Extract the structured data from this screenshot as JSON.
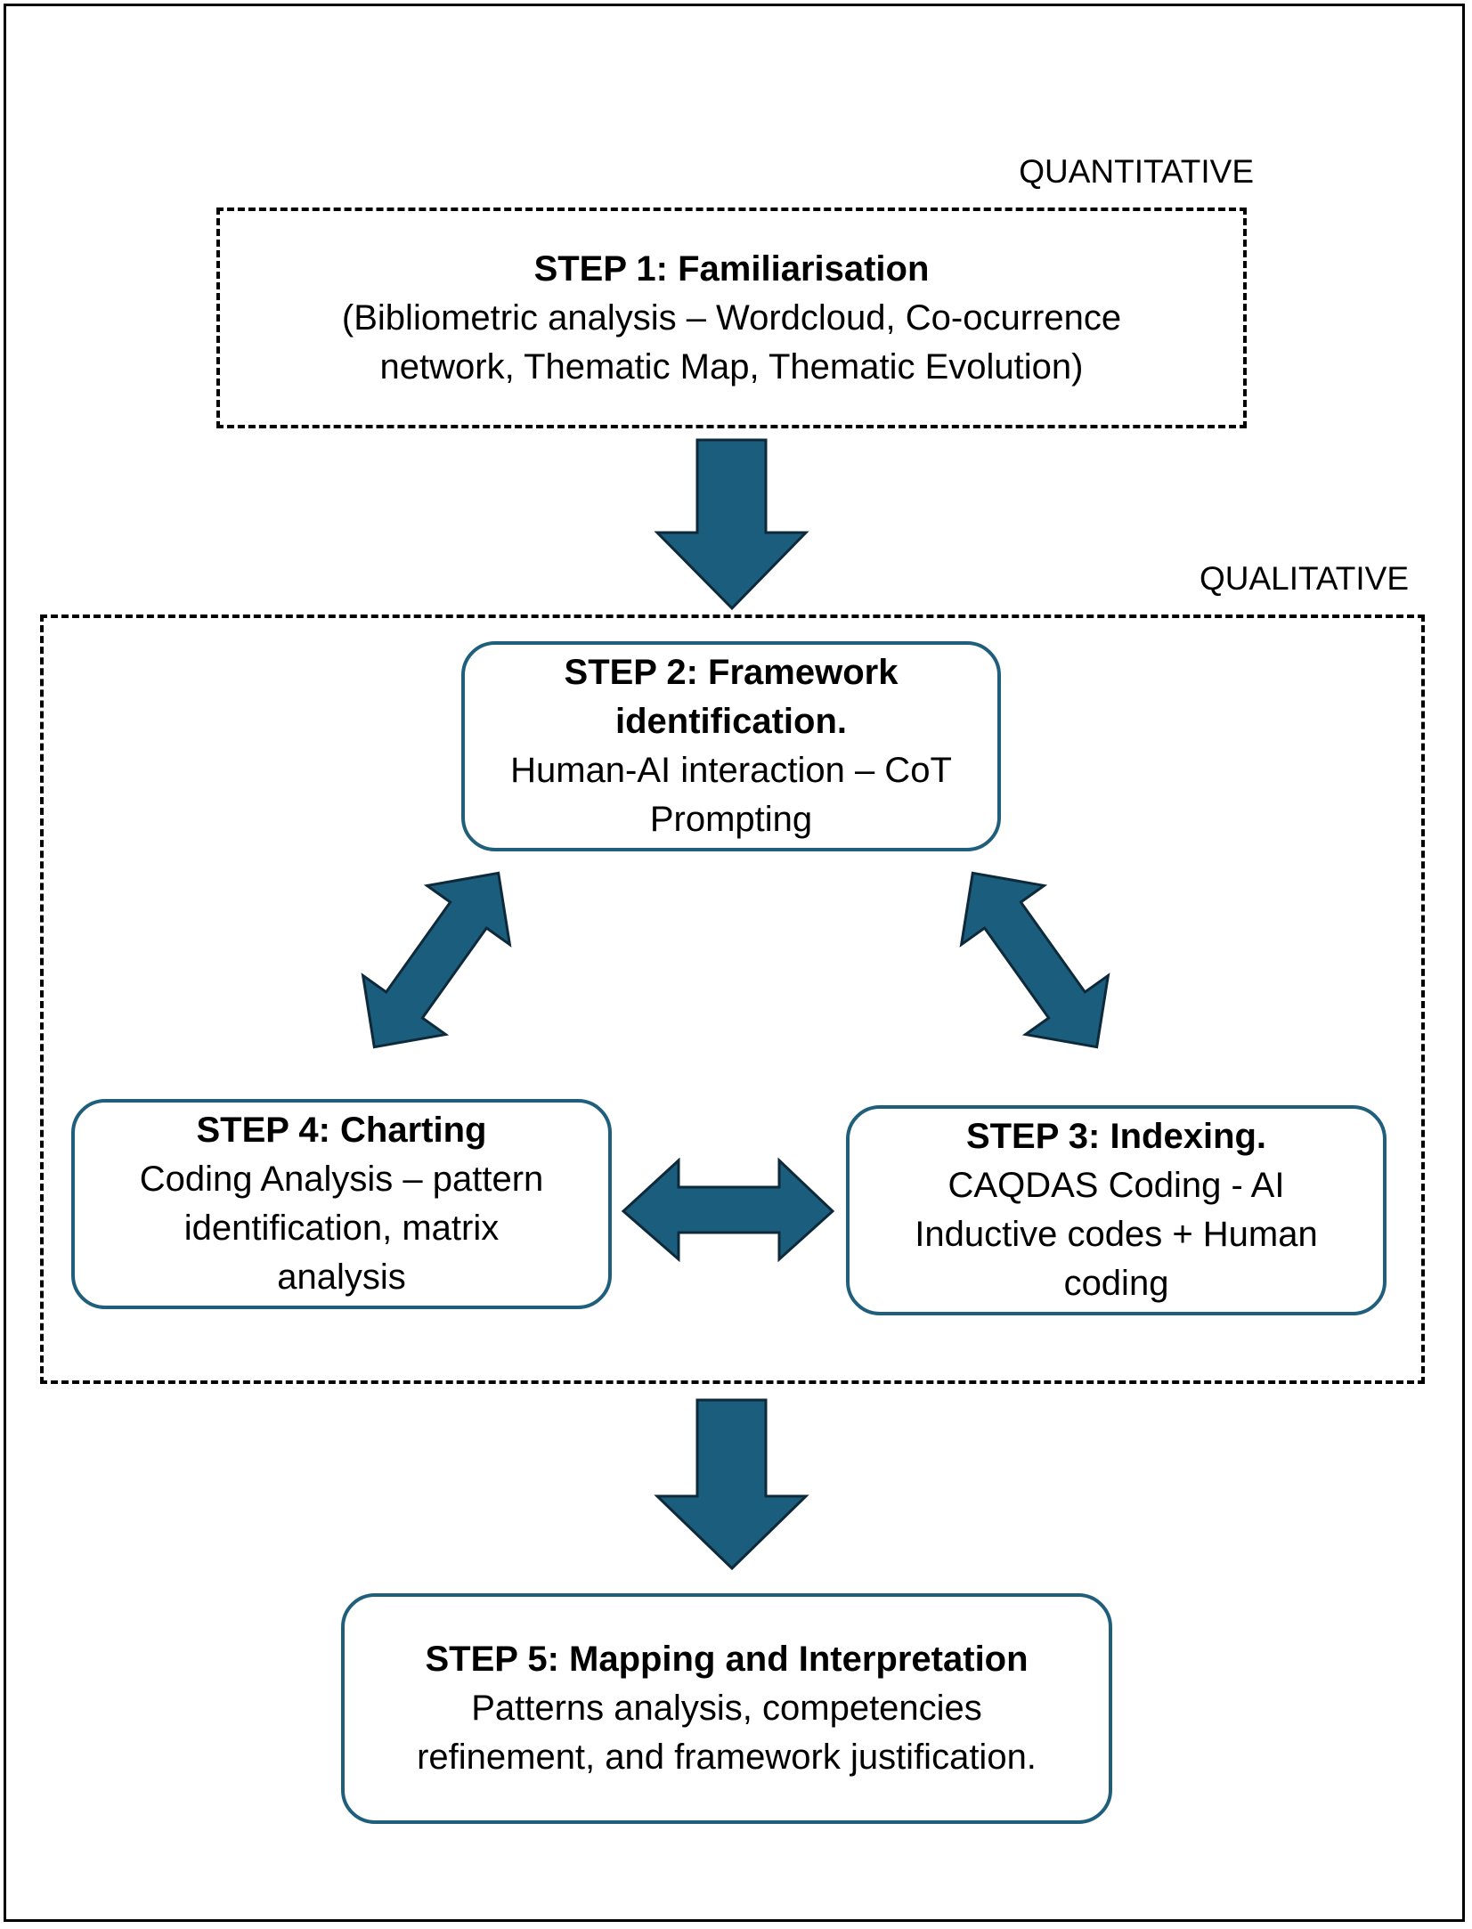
{
  "labels": {
    "quantitative": "QUANTITATIVE",
    "qualitative": "QUALITATIVE"
  },
  "steps": [
    {
      "title": "STEP 1: Familiarisation",
      "lines": [
        "(Bibliometric analysis – Wordcloud, Co-ocurrence",
        "network, Thematic Map, Thematic Evolution)"
      ]
    },
    {
      "title_lines": [
        "STEP 2: Framework",
        "identification."
      ],
      "lines": [
        "Human-AI interaction – CoT",
        "Prompting"
      ]
    },
    {
      "title": "STEP 3: Indexing.",
      "lines": [
        "CAQDAS Coding - AI",
        "Inductive codes + Human",
        "coding"
      ]
    },
    {
      "title": "STEP 4: Charting",
      "lines": [
        "Coding Analysis – pattern",
        "identification, matrix",
        "analysis"
      ]
    },
    {
      "title": "STEP 5: Mapping and Interpretation",
      "lines": [
        "Patterns analysis, competencies",
        "refinement, and framework justification."
      ]
    }
  ],
  "colors": {
    "arrow_fill": "#1a5d7c",
    "arrow_stroke": "#0e2a3a",
    "box_border": "#1f5f7c"
  },
  "arrow_icons": [
    "down-arrow-icon",
    "double-arrow-icon"
  ]
}
